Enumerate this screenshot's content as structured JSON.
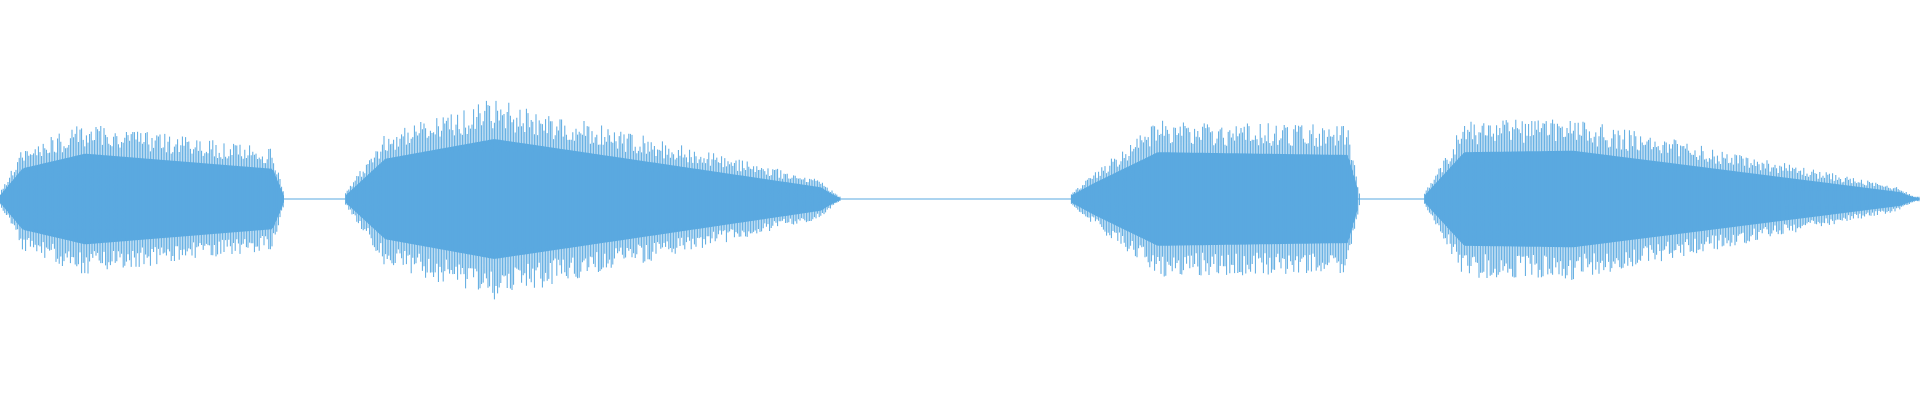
{
  "waveform": {
    "color": "#5aa9e0",
    "background": "#ffffff",
    "centerline_color": "#5aa9e0",
    "segments": [
      {
        "name": "clip-1",
        "start": 0.0,
        "end": 0.148,
        "amp_start": 0.42,
        "amp_peak": 0.62,
        "amp_end": 0.4,
        "texture": "dense-spikes"
      },
      {
        "name": "clip-2",
        "start": 0.18,
        "end": 0.438,
        "amp_start": 0.55,
        "amp_peak": 0.82,
        "amp_end": 0.12,
        "texture": "dense"
      },
      {
        "name": "clip-3",
        "start": 0.558,
        "end": 0.708,
        "amp_start": 0.22,
        "amp_peak": 0.64,
        "amp_end": 0.6,
        "texture": "dense"
      },
      {
        "name": "clip-4",
        "start": 0.742,
        "end": 1.0,
        "amp_start": 0.64,
        "amp_peak": 0.66,
        "amp_end": 0.06,
        "texture": "dense"
      }
    ]
  }
}
